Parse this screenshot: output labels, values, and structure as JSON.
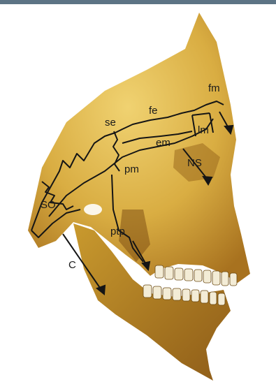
{
  "colors": {
    "top_bar": "#5d7485",
    "bone_light": "#e6c35a",
    "bone_mid": "#c99a2e",
    "bone_dark": "#8a5a14",
    "suture_line": "#151515"
  },
  "labels": {
    "fm": "fm",
    "se": "se",
    "fe": "fe",
    "lm": "lm",
    "em": "em",
    "ns": "NS",
    "pm": "pm",
    "so": "SO",
    "ptp": "ptp",
    "c": "C"
  }
}
